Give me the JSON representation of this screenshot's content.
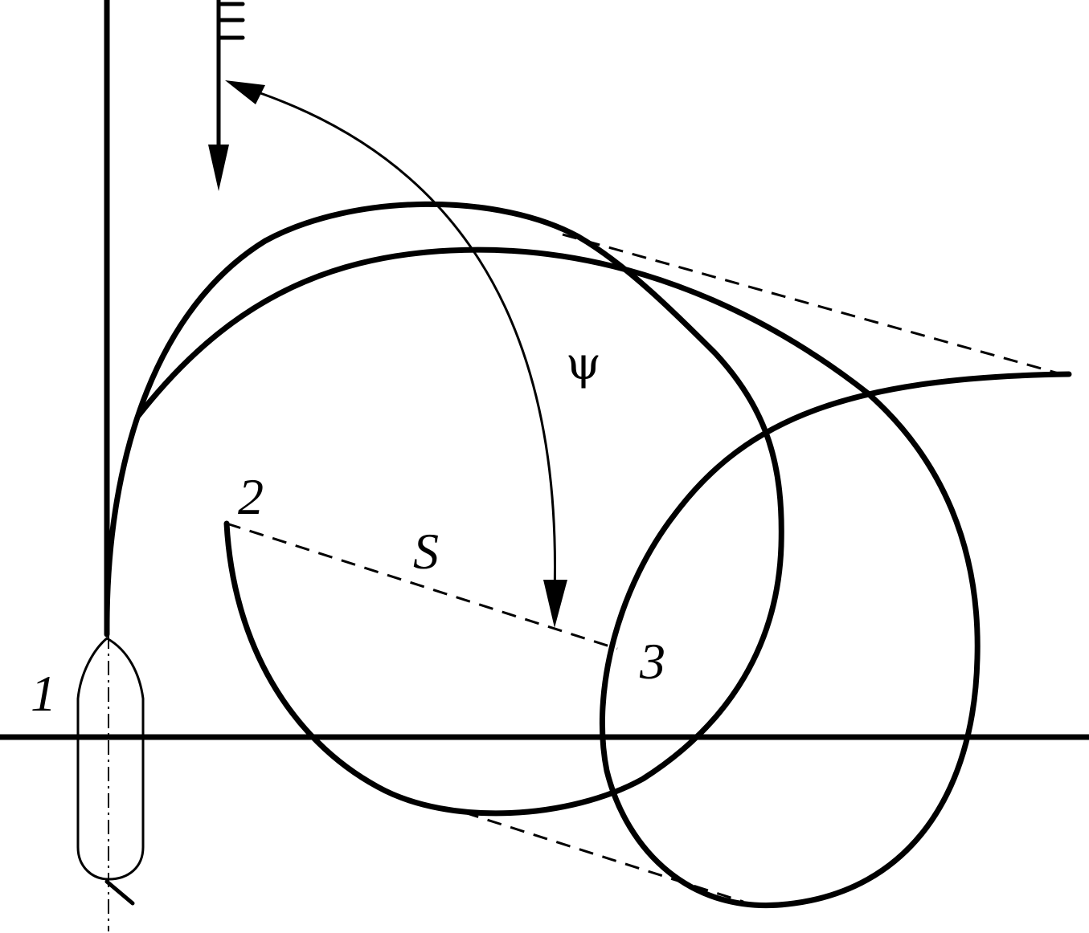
{
  "labels": {
    "ship_number": "1",
    "point_2": "2",
    "point_3": "3",
    "distance": "S",
    "heading_angle": "ψ"
  }
}
